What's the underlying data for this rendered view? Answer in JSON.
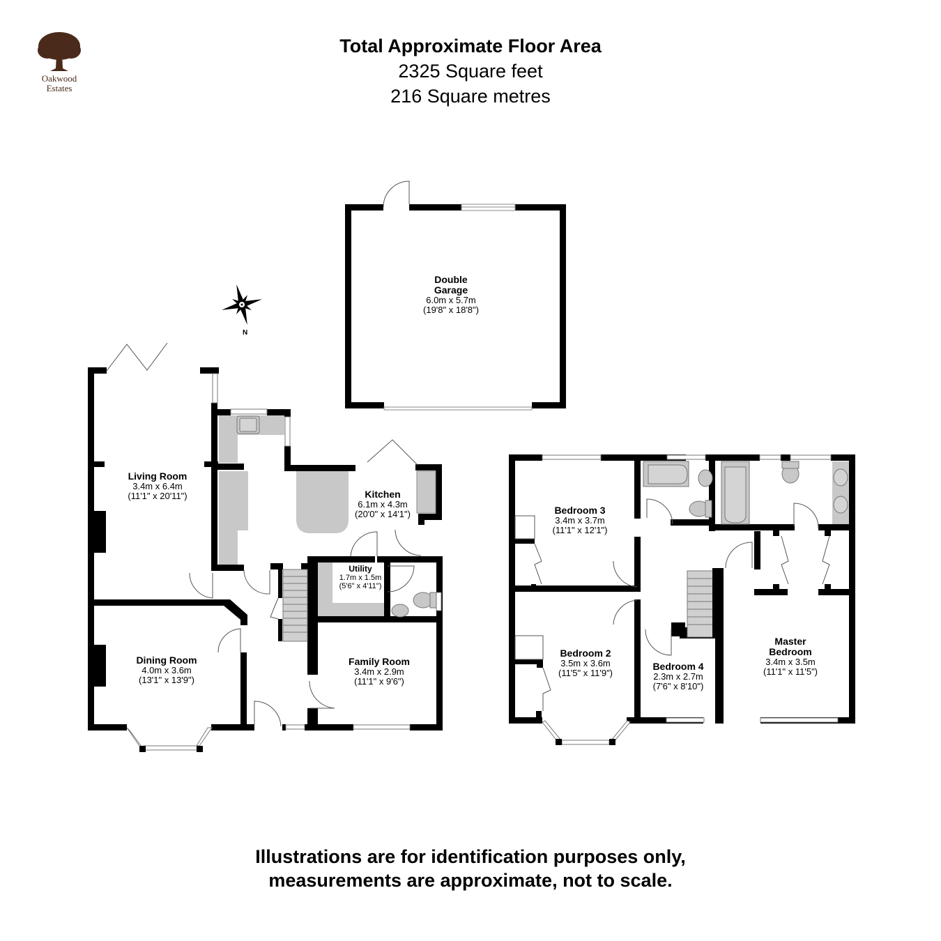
{
  "brand": {
    "name_line1": "Oakwood",
    "name_line2": "Estates",
    "logo_icon": "oak-tree-icon",
    "color": "#4a2a1a"
  },
  "header": {
    "title": "Total Approximate Floor Area",
    "area_sqft": "2325 Square feet",
    "area_sqm": "216 Square metres"
  },
  "compass": {
    "icon": "compass-rose-icon",
    "label": "N"
  },
  "outbuilding": {
    "rooms": [
      {
        "name": "Double Garage",
        "name_line1": "Double",
        "name_line2": "Garage",
        "metric": "6.0m x 5.7m",
        "imperial": "(19'8\" x 18'8\")"
      }
    ]
  },
  "ground_floor": {
    "rooms": [
      {
        "name": "Living Room",
        "metric": "3.4m x 6.4m",
        "imperial": "(11'1\" x 20'11\")"
      },
      {
        "name": "Kitchen",
        "metric": "6.1m x 4.3m",
        "imperial": "(20'0\" x 14'1\")"
      },
      {
        "name": "Utility",
        "metric": "1.7m x 1.5m",
        "imperial": "(5'6\" x 4'11\")"
      },
      {
        "name": "Dining Room",
        "metric": "4.0m x 3.6m",
        "imperial": "(13'1\" x 13'9\")"
      },
      {
        "name": "Family Room",
        "metric": "3.4m x 2.9m",
        "imperial": "(11'1\" x 9'6\")"
      }
    ]
  },
  "first_floor": {
    "rooms": [
      {
        "name": "Bedroom 3",
        "metric": "3.4m x 3.7m",
        "imperial": "(11'1\" x 12'1\")"
      },
      {
        "name": "Bedroom 2",
        "metric": "3.5m x 3.6m",
        "imperial": "(11'5\" x 11'9\")"
      },
      {
        "name": "Bedroom 4",
        "metric": "2.3m x 2.7m",
        "imperial": "(7'6\" x 8'10\")"
      },
      {
        "name": "Master Bedroom",
        "name_line1": "Master",
        "name_line2": "Bedroom",
        "metric": "3.4m x 3.5m",
        "imperial": "(11'1\" x 11'5\")"
      }
    ]
  },
  "colors": {
    "wall": "#000000",
    "fixture": "#c8c8c8",
    "window": "#ffffff",
    "line": "#555555"
  },
  "footer": {
    "line1": "Illustrations are for identification purposes only,",
    "line2": "measurements are approximate, not to scale."
  }
}
